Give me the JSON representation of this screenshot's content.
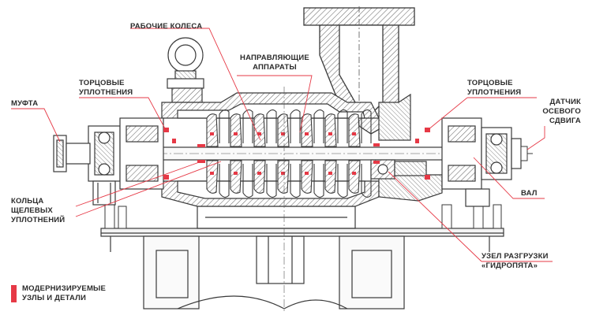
{
  "colors": {
    "accent": "#e63946",
    "line": "#3a3a3a",
    "hatch": "#6a6a6a",
    "background": "#ffffff"
  },
  "labels": {
    "impellers": "РАБОЧИЕ КОЛЕСА",
    "diffusers_1": "НАПРАВЛЯЮЩИЕ",
    "diffusers_2": "АППАРАТЫ",
    "seals_left_1": "ТОРЦОВЫЕ",
    "seals_left_2": "УПЛОТНЕНИЯ",
    "seals_right_1": "ТОРЦОВЫЕ",
    "seals_right_2": "УПЛОТНЕНИЯ",
    "coupling": "МУФТА",
    "sensor_1": "ДАТЧИК",
    "sensor_2": "ОСЕВОГО",
    "sensor_3": "СДВИГА",
    "rings_1": "КОЛЬЦА",
    "rings_2": "ЩЕЛЕВЫХ",
    "rings_3": "УПЛОТНЕНИЙ",
    "shaft": "ВАЛ",
    "balance_1": "УЗЕЛ РАЗГРУЗКИ",
    "balance_2": "«ГИДРОПЯТА»"
  },
  "legend": {
    "line1": "МОДЕРНИЗИРУЕМЫЕ",
    "line2": "УЗЛЫ И ДЕТАЛИ"
  }
}
